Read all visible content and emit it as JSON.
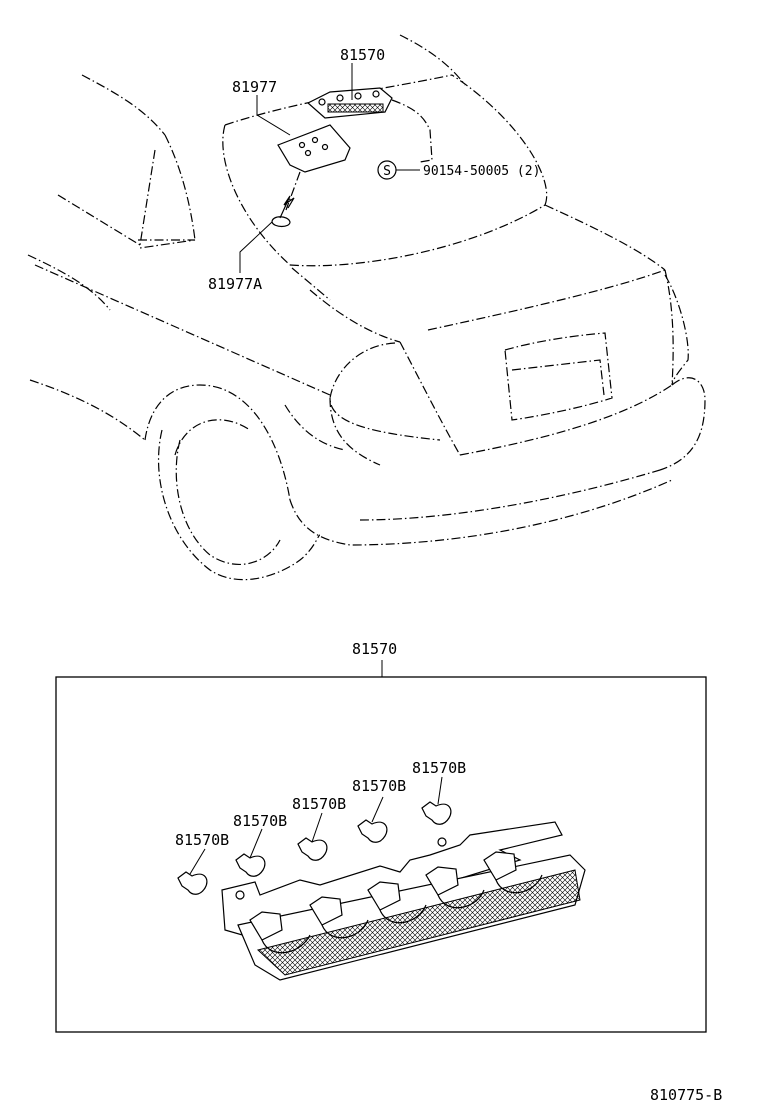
{
  "diagram": {
    "labels": {
      "top_lamp": "81570",
      "cover": "81977",
      "screw_symbol": "S",
      "screw": "90154-50005 (2)",
      "clip": "81977A",
      "detail_title": "81570",
      "bulb_1": "81570B",
      "bulb_2": "81570B",
      "bulb_3": "81570B",
      "bulb_4": "81570B",
      "bulb_5": "81570B",
      "figure_code": "810775-B"
    }
  }
}
